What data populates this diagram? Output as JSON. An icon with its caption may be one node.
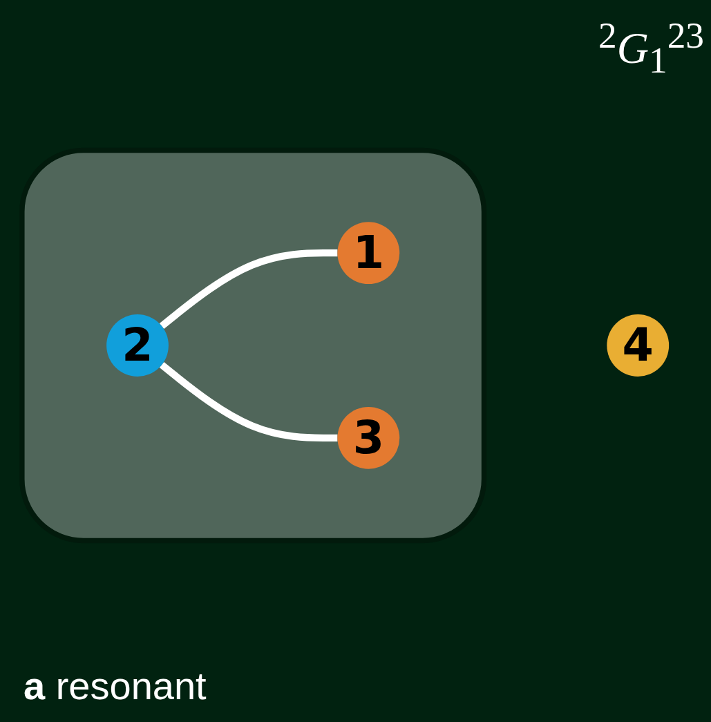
{
  "diagram": {
    "nodes": [
      {
        "text": [],
        "shape": "box"
      },
      {
        "text": [
          "1"
        ],
        "in": 0
      },
      {
        "text": [
          "2"
        ],
        "in": 0
      },
      {
        "text": [
          "3"
        ],
        "in": 0
      },
      {
        "text": [
          "4"
        ]
      }
    ],
    "edges": [
      {
        "from": 2,
        "to": 1,
        "arrow": "none"
      },
      {
        "from": 2,
        "to": 3,
        "arrow": "none"
      }
    ],
    "labels": [
      "$^{2}$*G*$_{1}$$^{23}$",
      "**a** resonant"
    ]
  }
}
